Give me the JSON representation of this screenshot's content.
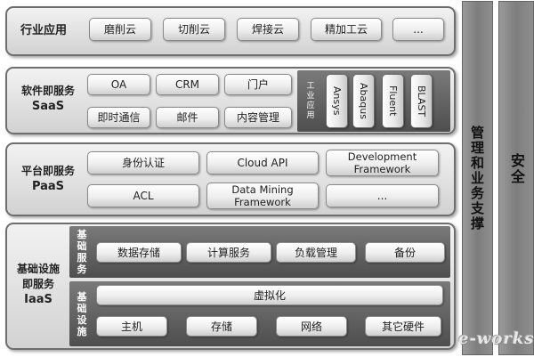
{
  "industry": {
    "title": "行业应用",
    "items": [
      "磨削云",
      "切削云",
      "焊接云",
      "精加工云",
      "..."
    ]
  },
  "saas": {
    "title_zh": "软件即服务",
    "title_en": "SaaS",
    "items": [
      "OA",
      "CRM",
      "门户",
      "即时通信",
      "邮件",
      "内容管理"
    ],
    "industrial_label": [
      "工",
      "业",
      "应",
      "用"
    ],
    "industrial_apps": [
      "Ansys",
      "Abaqus",
      "Fluent",
      "BLAST"
    ]
  },
  "paas": {
    "title_zh": "平台即服务",
    "title_en": "PaaS",
    "items": [
      "身份认证",
      "Cloud API",
      "Development Framework",
      "ACL",
      "Data Mining Framework",
      "..."
    ]
  },
  "iaas": {
    "title_zh_line1": "基础设施",
    "title_zh_line2": "即服务",
    "title_en": "IaaS",
    "basic_services_label": [
      "基",
      "础",
      "服",
      "务"
    ],
    "basic_services": [
      "数据存储",
      "计算服务",
      "负载管理",
      "备份"
    ],
    "basic_infra_label": [
      "基",
      "础",
      "设",
      "施"
    ],
    "virtualization": "虚拟化",
    "infra_items": [
      "主机",
      "存储",
      "网络",
      "其它硬件"
    ]
  },
  "side": {
    "management": "管理和业务支撑",
    "security": "安全"
  },
  "watermark": "e-works"
}
